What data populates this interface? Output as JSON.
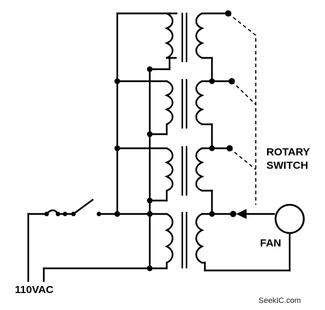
{
  "labels": {
    "rotary_switch_line1": "ROTARY",
    "rotary_switch_line2": "SWITCH",
    "fan": "FAN",
    "supply": "110VAC"
  },
  "watermark": "SeekIC.com"
}
